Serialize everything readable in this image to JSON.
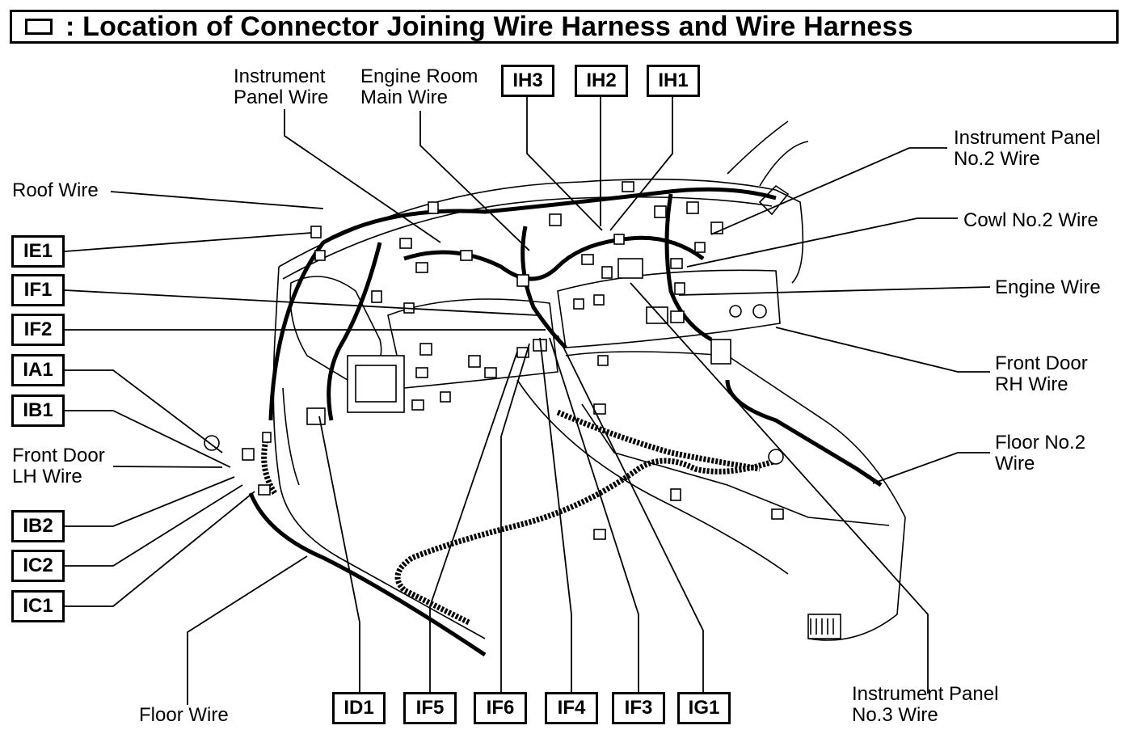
{
  "title": {
    "symbol_icon": "square-box-icon",
    "text": ": Location of Connector Joining Wire Harness and Wire Harness"
  },
  "labels": {
    "instrument_panel_wire": [
      "Instrument",
      "Panel Wire"
    ],
    "engine_room_main_wire": [
      "Engine Room",
      "Main Wire"
    ],
    "roof_wire": "Roof Wire",
    "front_door_lh_wire": [
      "Front Door",
      "LH Wire"
    ],
    "floor_wire": "Floor Wire",
    "instrument_panel_no2_wire": [
      "Instrument Panel",
      "No.2 Wire"
    ],
    "cowl_no2_wire": "Cowl No.2 Wire",
    "engine_wire": "Engine Wire",
    "front_door_rh_wire": [
      "Front Door",
      "RH Wire"
    ],
    "floor_no2_wire": [
      "Floor No.2",
      "Wire"
    ],
    "instrument_panel_no3_wire": [
      "Instrument Panel",
      "No.3 Wire"
    ]
  },
  "connectors": {
    "ih3": "IH3",
    "ih2": "IH2",
    "ih1": "IH1",
    "ie1": "IE1",
    "if1": "IF1",
    "if2": "IF2",
    "ia1": "IA1",
    "ib1": "IB1",
    "ib2": "IB2",
    "ic2": "IC2",
    "ic1": "IC1",
    "id1": "ID1",
    "if5": "IF5",
    "if6": "IF6",
    "if4": "IF4",
    "if3": "IF3",
    "ig1": "IG1"
  }
}
